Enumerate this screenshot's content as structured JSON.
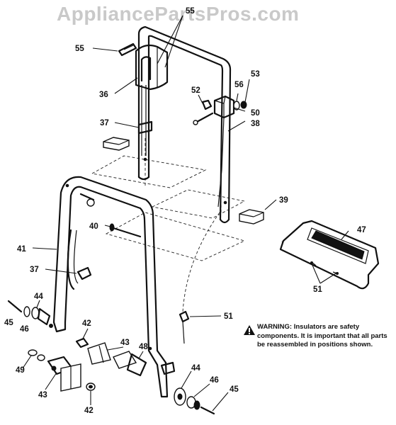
{
  "watermark": "AppliancePartsPros.com",
  "callouts": [
    {
      "id": "c55a",
      "text": "55"
    },
    {
      "id": "c55b",
      "text": "55"
    },
    {
      "id": "c36",
      "text": "36"
    },
    {
      "id": "c37a",
      "text": "37"
    },
    {
      "id": "c52",
      "text": "52"
    },
    {
      "id": "c53",
      "text": "53"
    },
    {
      "id": "c56",
      "text": "56"
    },
    {
      "id": "c50",
      "text": "50"
    },
    {
      "id": "c38",
      "text": "38"
    },
    {
      "id": "c39",
      "text": "39"
    },
    {
      "id": "c40",
      "text": "40"
    },
    {
      "id": "c41",
      "text": "41"
    },
    {
      "id": "c47",
      "text": "47"
    },
    {
      "id": "c37b",
      "text": "37"
    },
    {
      "id": "c51a",
      "text": "51"
    },
    {
      "id": "c44a",
      "text": "44"
    },
    {
      "id": "c45a",
      "text": "45"
    },
    {
      "id": "c46a",
      "text": "46"
    },
    {
      "id": "c51b",
      "text": "51"
    },
    {
      "id": "c42a",
      "text": "42"
    },
    {
      "id": "c43a",
      "text": "43"
    },
    {
      "id": "c48",
      "text": "48"
    },
    {
      "id": "c49",
      "text": "49"
    },
    {
      "id": "c43b",
      "text": "43"
    },
    {
      "id": "c42b",
      "text": "42"
    },
    {
      "id": "c44b",
      "text": "44"
    },
    {
      "id": "c46b",
      "text": "46"
    },
    {
      "id": "c45b",
      "text": "45"
    }
  ],
  "warning": {
    "icon": "warning-triangle-icon",
    "text": "WARNING: Insulators are safety components. It is important that all parts be reassembled in positions shown."
  }
}
